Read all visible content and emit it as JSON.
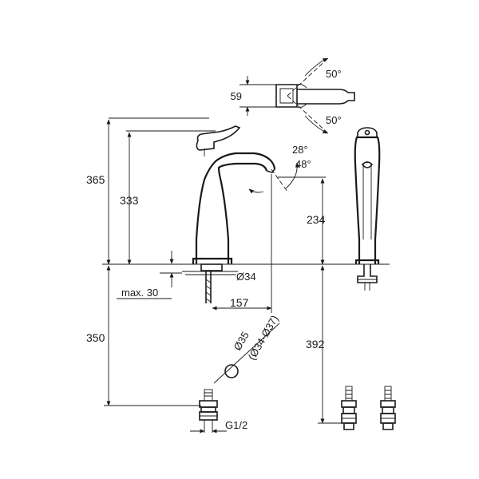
{
  "drawing": {
    "dimensions": {
      "total_height": "365",
      "lever_height": "333",
      "spout_height": "234",
      "mount_thickness": "max. 30",
      "spout_reach": "157",
      "hole_diameter": "Ø34",
      "below_deck": "350",
      "hose_length": "392",
      "hole_size_main": "Ø35",
      "hole_size_range": "(Ø34-Ø37)",
      "thread": "G1/2",
      "lever_depth": "59",
      "rotation_a": "28°",
      "rotation_b": "48°",
      "swivel_left": "50°",
      "swivel_right": "50°"
    }
  }
}
